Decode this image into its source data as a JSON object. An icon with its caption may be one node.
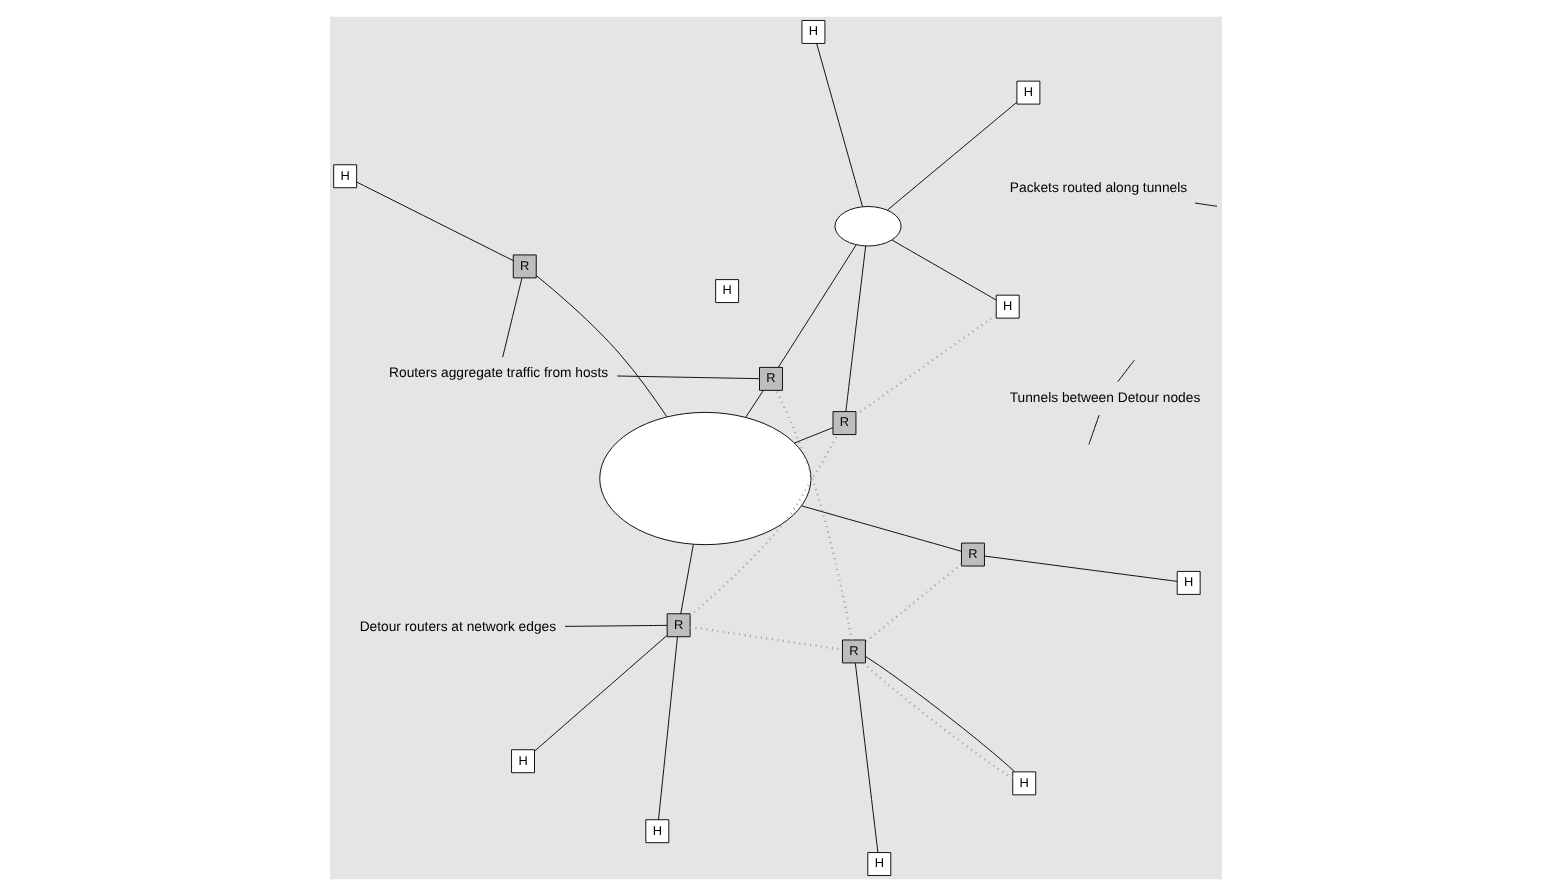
{
  "diagram": {
    "nodes": [
      {
        "text": [
          "Detour routers at network edges"
        ]
      },
      {
        "text": [
          "H"
        ]
      },
      {
        "text": [
          "H"
        ]
      },
      {
        "text": [
          "R"
        ]
      },
      {
        "text": [
          "H"
        ]
      },
      {
        "text": [
          "R"
        ]
      },
      {
        "text": [
          "H"
        ]
      },
      {
        "text": [
          "R"
        ]
      },
      {
        "text": [
          "H"
        ]
      },
      {
        "text": [
          "H"
        ]
      },
      {
        "text": [],
        "shape": "cloud"
      },
      {
        "text": [
          "Packets routed along tunnels"
        ]
      },
      {
        "text": [
          "R"
        ]
      },
      {
        "text": [
          "H"
        ]
      },
      {
        "text": [
          "H"
        ]
      },
      {
        "text": [],
        "shape": "cloud"
      },
      {
        "text": [
          "H"
        ]
      },
      {
        "text": [
          "R"
        ]
      },
      {
        "text": [
          "R"
        ]
      },
      {
        "text": [
          "H"
        ]
      },
      {
        "text": [
          "Routers aggregate traffic from hosts"
        ]
      },
      {
        "text": [
          "Tunnels between Detour nodes"
        ]
      }
    ],
    "edges": [
      {
        "from": 0,
        "to": 3,
        "arrow": "none"
      },
      {
        "from": 1,
        "to": 3,
        "arrow": "none"
      },
      {
        "from": 2,
        "to": 3,
        "arrow": "none"
      },
      {
        "from": 3,
        "to": 10,
        "arrow": "none"
      },
      {
        "from": 4,
        "to": 5,
        "arrow": "none"
      },
      {
        "from": 5,
        "to": 10,
        "arrow": "none"
      },
      {
        "from": 7,
        "to": 8,
        "arrow": "none"
      },
      {
        "from": 7,
        "to": 9,
        "arrow": "none"
      },
      {
        "from": 12,
        "to": 10,
        "arrow": "none"
      },
      {
        "from": 12,
        "to": 15,
        "arrow": "none"
      },
      {
        "from": 13,
        "to": 15,
        "arrow": "none"
      },
      {
        "from": 14,
        "to": 15,
        "arrow": "none"
      },
      {
        "from": 16,
        "to": 15,
        "arrow": "none"
      },
      {
        "from": 17,
        "to": 15,
        "arrow": "none"
      },
      {
        "from": 17,
        "to": 10,
        "arrow": "none"
      },
      {
        "from": 18,
        "to": 10,
        "arrow": "none"
      },
      {
        "from": 18,
        "to": 19,
        "arrow": "none"
      },
      {
        "from": 3,
        "to": 7,
        "arrow": "none",
        "style": "dashed",
        "color": "#999999"
      },
      {
        "from": 5,
        "to": 7,
        "arrow": "none",
        "style": "dashed",
        "color": "#999999"
      },
      {
        "from": 3,
        "to": 12,
        "arrow": "none",
        "style": "dashed",
        "color": "#999999"
      },
      {
        "from": 12,
        "to": 14,
        "arrow": "none",
        "style": "dashed",
        "color": "#999999"
      },
      {
        "from": 7,
        "to": 8,
        "arrow": "none",
        "style": "dashed",
        "color": "#999999"
      },
      {
        "from": 7,
        "to": 17,
        "arrow": "none",
        "style": "dashed",
        "color": "#999999"
      },
      {
        "from": 11,
        "to": null,
        "arrow": "none"
      },
      {
        "from": 21,
        "to": null,
        "arrow": "none"
      },
      {
        "from": 21,
        "to": null,
        "arrow": "none"
      },
      {
        "from": 20,
        "to": 17,
        "arrow": "none"
      },
      {
        "from": 20,
        "to": 18,
        "arrow": "none"
      }
    ]
  }
}
